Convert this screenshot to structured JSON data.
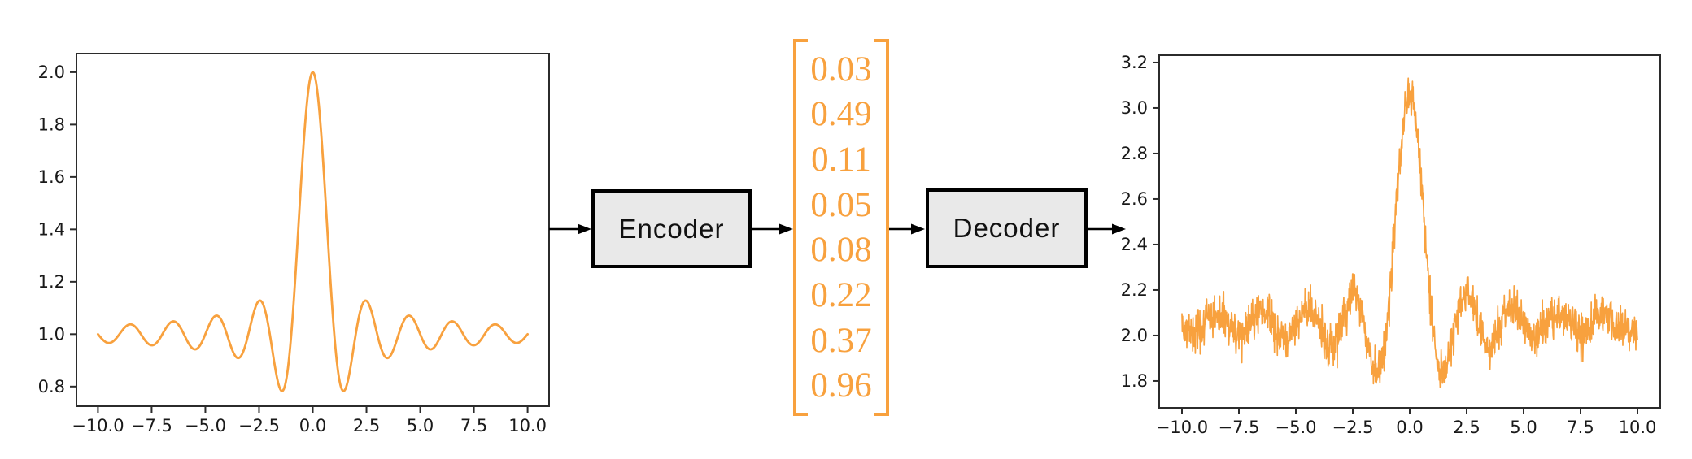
{
  "colors": {
    "orange": "#F8A13E",
    "box_fill": "#E9E9E9",
    "box_border": "#000000",
    "arrow": "#000000",
    "spine": "#2B2B2B",
    "tick_label": "#191919"
  },
  "diagram": {
    "encoder_label": "Encoder",
    "decoder_label": "Decoder",
    "latent_vector": {
      "values": [
        "0.03",
        "0.49",
        "0.11",
        "0.05",
        "0.08",
        "0.22",
        "0.37",
        "0.96"
      ]
    },
    "arrows": [
      {
        "from": "input-signal-plot",
        "to": "encoder-box"
      },
      {
        "from": "encoder-box",
        "to": "latent-vector"
      },
      {
        "from": "latent-vector",
        "to": "decoder-box"
      },
      {
        "from": "decoder-box",
        "to": "reconstructed-signal-plot"
      }
    ]
  },
  "chart_data": [
    {
      "name": "input-signal",
      "type": "line",
      "title": "",
      "xlabel": "",
      "ylabel": "",
      "function": "y = 1 + sinc(x), sinc(x) = sin(pi*x)/(pi*x)",
      "x_range": [
        -10,
        10
      ],
      "baseline": 1.0,
      "sinc_amplitude": 1.0,
      "noise_sigma": 0,
      "seed": 1,
      "samples": 600,
      "peak_xy": [
        0.0,
        2.0
      ],
      "first_minima": [
        [
          -1.43,
          0.78
        ],
        [
          1.43,
          0.78
        ]
      ],
      "side_peaks": [
        [
          -2.46,
          1.13
        ],
        [
          2.46,
          1.13
        ]
      ],
      "xlim": [
        -11,
        11
      ],
      "ylim": [
        0.725,
        2.071
      ],
      "x_ticks": [
        -10.0,
        -7.5,
        -5.0,
        -2.5,
        0.0,
        2.5,
        5.0,
        7.5,
        10.0
      ],
      "x_tick_labels": [
        "−10.0",
        "−7.5",
        "−5.0",
        "−2.5",
        "0.0",
        "2.5",
        "5.0",
        "7.5",
        "10.0"
      ],
      "y_ticks": [
        0.8,
        1.0,
        1.2,
        1.4,
        1.6,
        1.8,
        2.0
      ],
      "y_tick_labels": [
        "0.8",
        "1.0",
        "1.2",
        "1.4",
        "1.6",
        "1.8",
        "2.0"
      ],
      "grid": false,
      "legend": false,
      "line_color": "#F8A13E",
      "line_width": 2.8
    },
    {
      "name": "reconstructed-signal",
      "type": "line",
      "title": "",
      "xlabel": "",
      "ylabel": "",
      "function": "y = 2.05 + sinc(x) + gaussian_noise, sinc(x) = sin(pi*x)/(pi*x)",
      "x_range": [
        -10,
        10
      ],
      "baseline": 2.05,
      "sinc_amplitude": 1.0,
      "noise_sigma": 0.046,
      "seed": 42,
      "samples": 1400,
      "peak_xy": [
        0.0,
        3.16
      ],
      "first_minima": [
        [
          -1.43,
          1.76
        ],
        [
          1.43,
          1.78
        ]
      ],
      "side_peaks": [
        [
          -2.46,
          2.33
        ],
        [
          2.46,
          2.27
        ]
      ],
      "xlim": [
        -11,
        11
      ],
      "ylim": [
        1.682,
        3.232
      ],
      "x_ticks": [
        -10.0,
        -7.5,
        -5.0,
        -2.5,
        0.0,
        2.5,
        5.0,
        7.5,
        10.0
      ],
      "x_tick_labels": [
        "−10.0",
        "−7.5",
        "−5.0",
        "−2.5",
        "0.0",
        "2.5",
        "5.0",
        "7.5",
        "10.0"
      ],
      "y_ticks": [
        1.8,
        2.0,
        2.2,
        2.4,
        2.6,
        2.8,
        3.0,
        3.2
      ],
      "y_tick_labels": [
        "1.8",
        "2.0",
        "2.2",
        "2.4",
        "2.6",
        "2.8",
        "3.0",
        "3.2"
      ],
      "grid": false,
      "legend": false,
      "line_color": "#F8A13E",
      "line_width": 1.7
    }
  ]
}
